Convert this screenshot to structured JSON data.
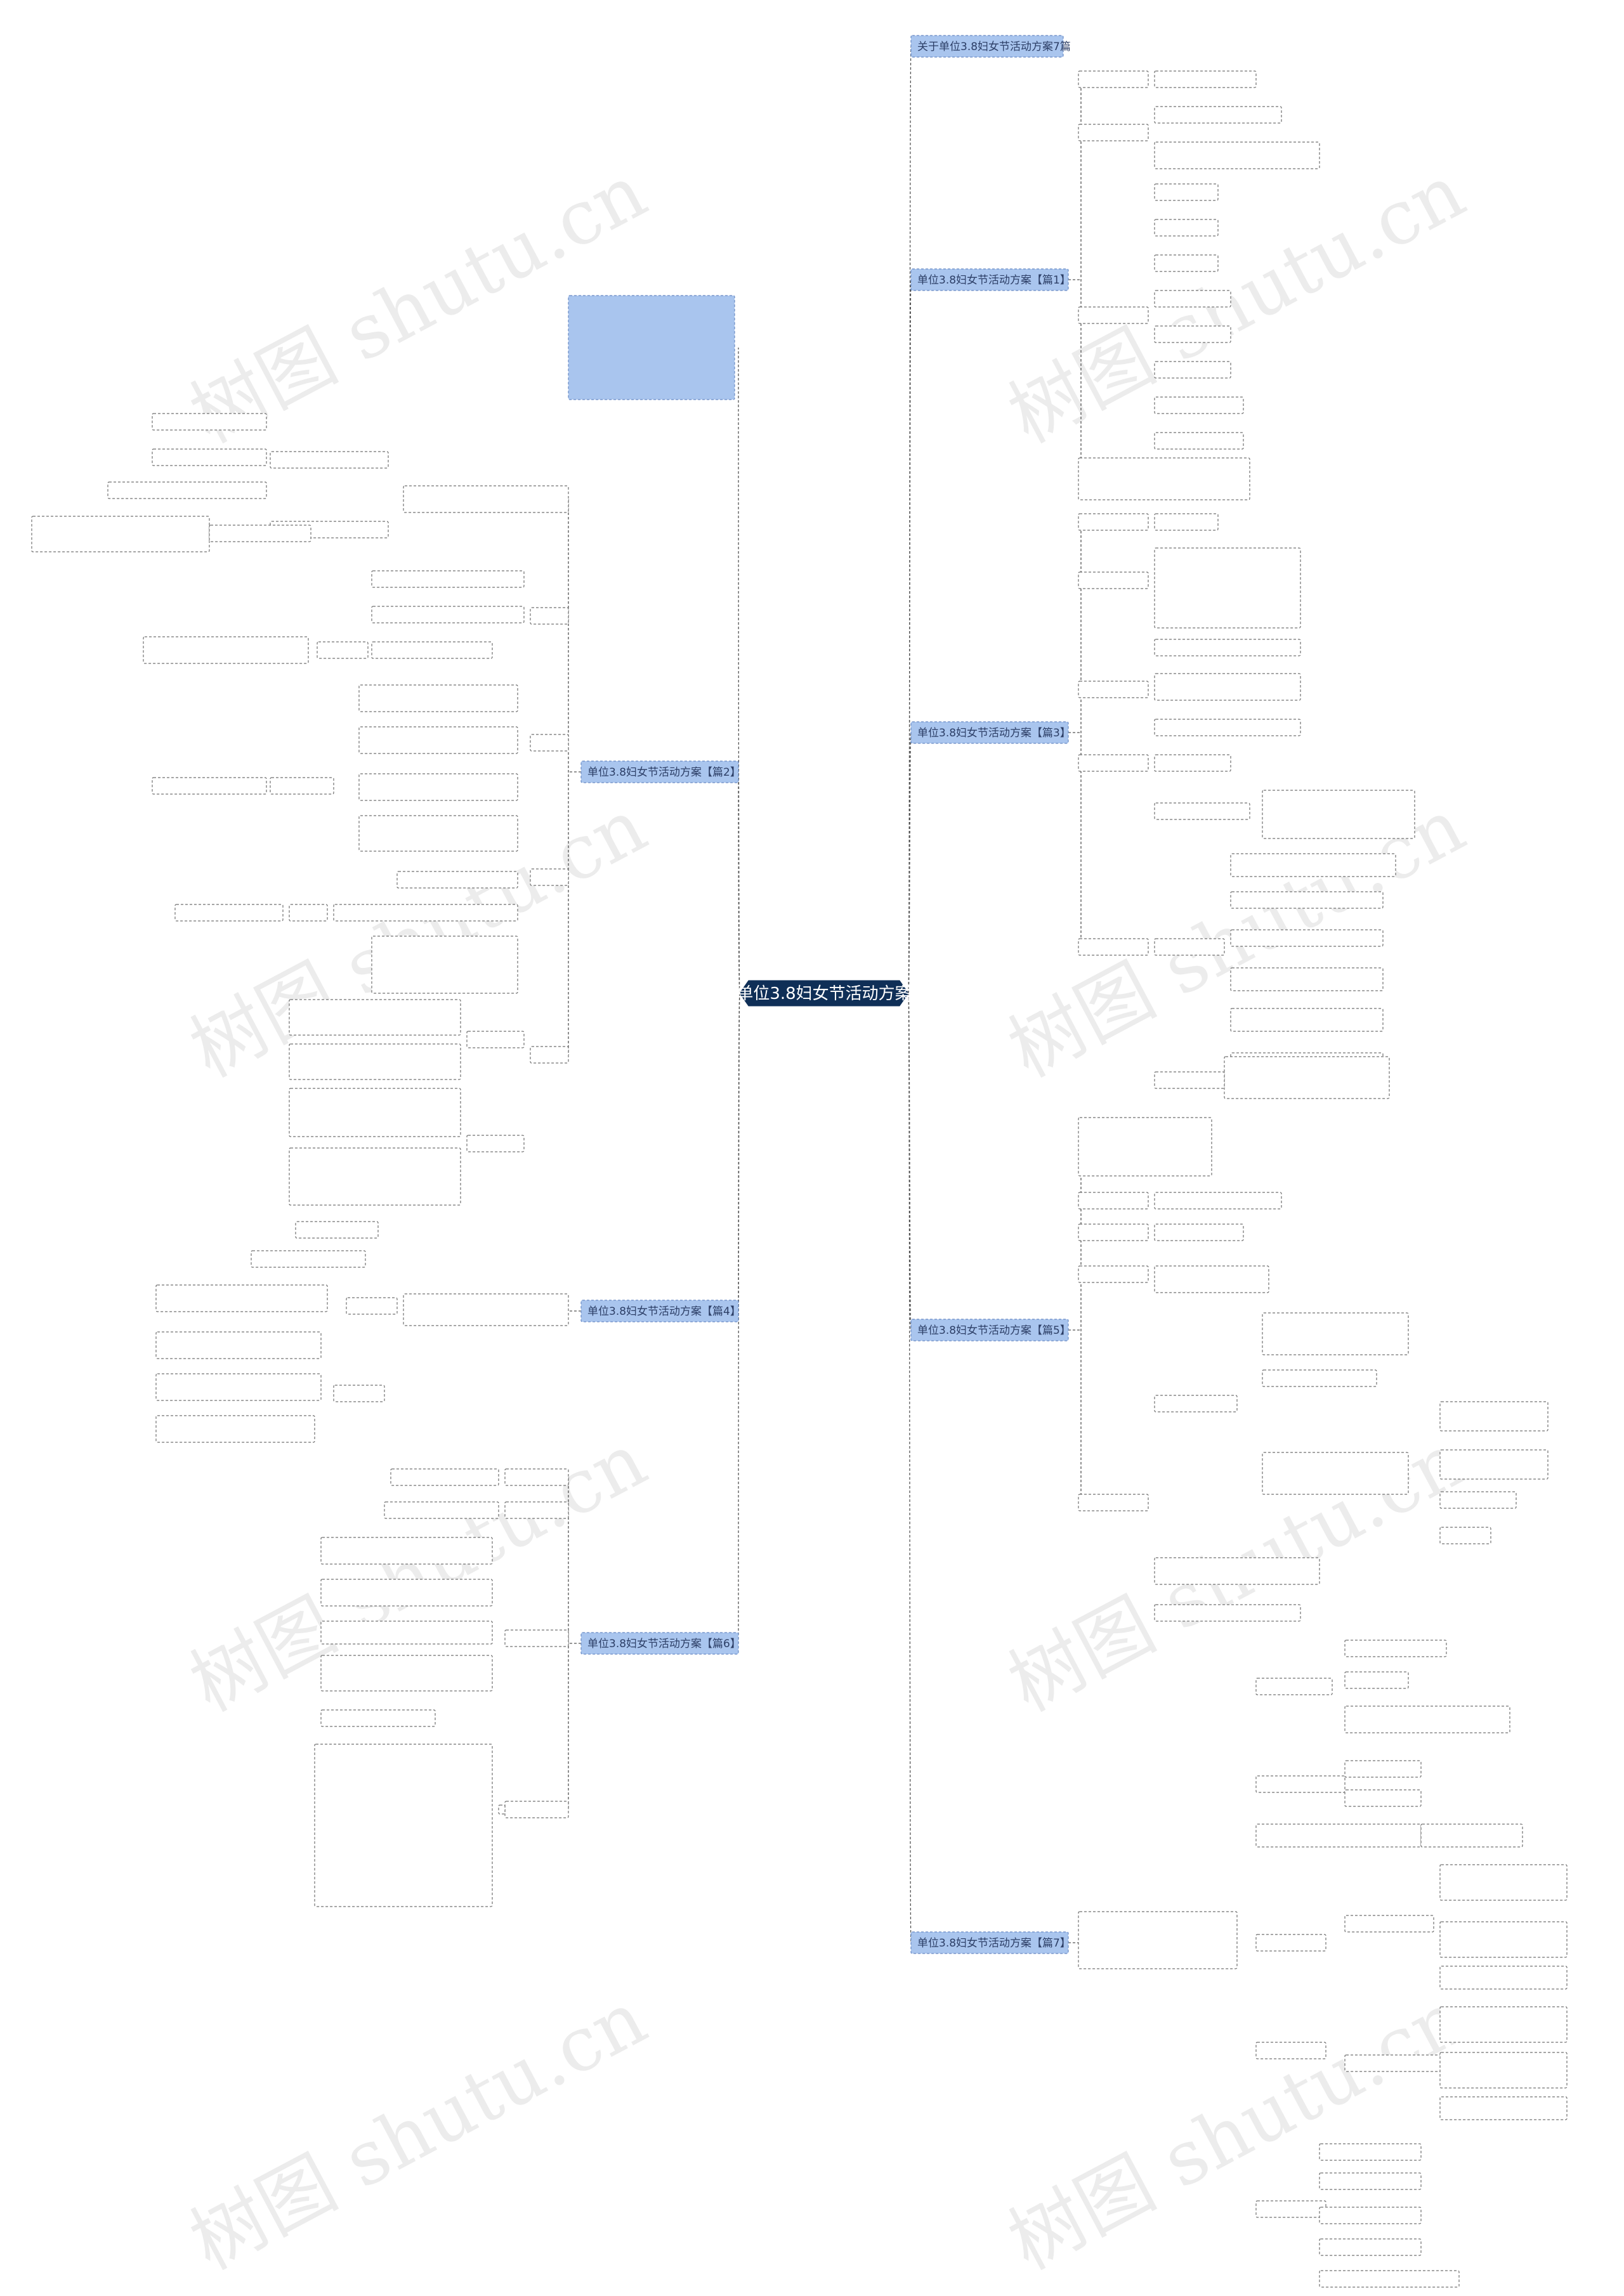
{
  "center": {
    "label": "单位3.8妇女节活动方案"
  },
  "colors": {
    "center": "#0f2f57",
    "branch": "#a9c5ee",
    "leaf_border": "#707070",
    "connector": "#555555"
  },
  "watermark_text": "树图 shutu.cn",
  "right_branches": [
    {
      "label": "关于单位3.8妇女节活动方案7篇"
    },
    {
      "label": "单位3.8妇女节活动方案【篇1】"
    },
    {
      "label": "单位3.8妇女节活动方案【篇3】"
    },
    {
      "label": "单位3.8妇女节活动方案【篇5】"
    },
    {
      "label": "单位3.8妇女节活动方案【篇7】"
    }
  ],
  "left_branches": [
    {
      "label": ""
    },
    {
      "label": "单位3.8妇女节活动方案【篇2】"
    },
    {
      "label": "单位3.8妇女节活动方案【篇4】"
    },
    {
      "label": "单位3.8妇女节活动方案【篇6】"
    }
  ],
  "leaf_texts": []
}
